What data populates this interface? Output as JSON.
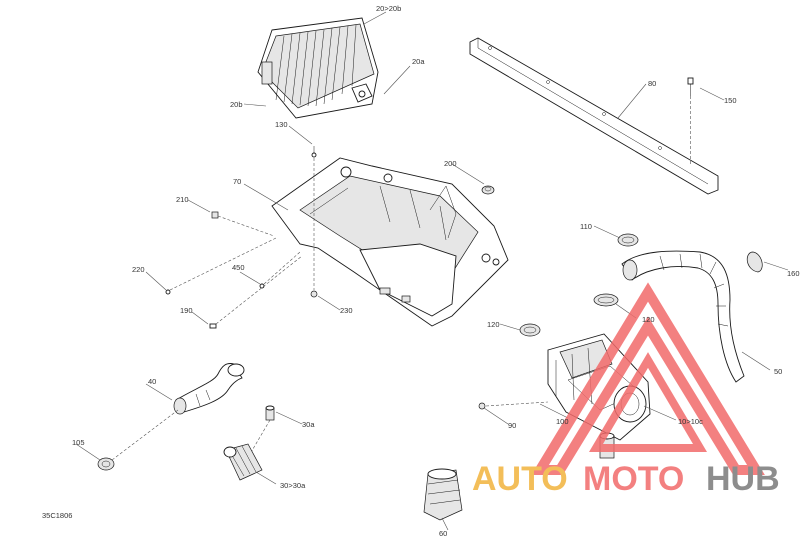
{
  "diagram": {
    "code": "35C1806",
    "labels": {
      "p20_20b": "20>20b",
      "p20a": "20a",
      "p20b": "20b",
      "p80": "80",
      "p150": "150",
      "p130": "130",
      "p70": "70",
      "p200": "200",
      "p210": "210",
      "p220": "220",
      "p450": "450",
      "p190": "190",
      "p230": "230",
      "p110": "110",
      "p160": "160",
      "p120a": "120",
      "p120b": "120",
      "p50": "50",
      "p40": "40",
      "p105": "105",
      "p30a": "30a",
      "p30_30a": "30>30a",
      "p90": "90",
      "p100": "100",
      "p10_10c": "10>10c",
      "p60": "60"
    }
  },
  "watermark": {
    "part1": "AUTO",
    "part2": "MOTO",
    "part3": "HUB",
    "color_auto": "#f2b33d",
    "color_moto": "#f26b6b",
    "color_hub": "#7a7a7a",
    "triangle_color": "#f26b6b"
  }
}
